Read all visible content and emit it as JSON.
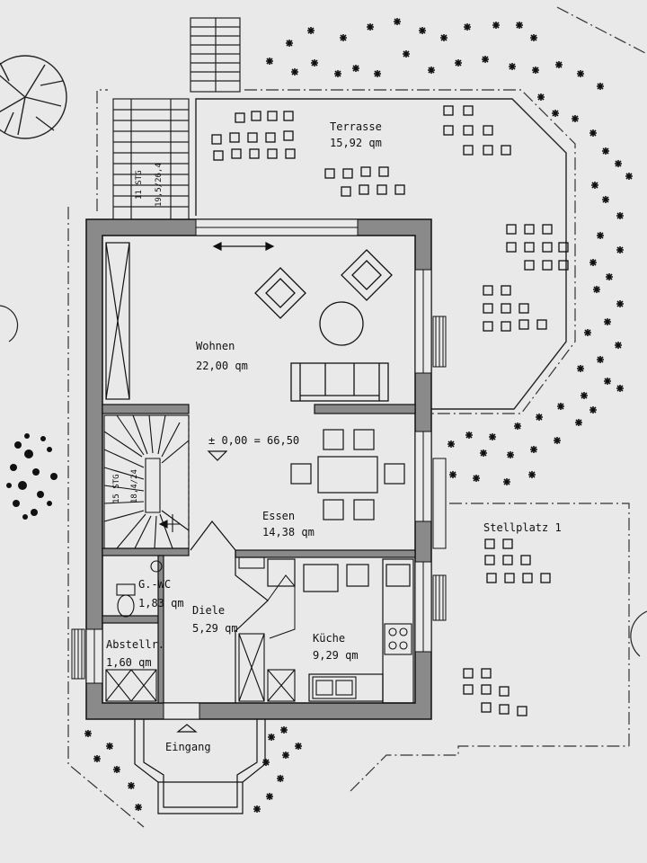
{
  "rooms": {
    "terrasse": {
      "name": "Terrasse",
      "area": "15,92 qm"
    },
    "wohnen": {
      "name": "Wohnen",
      "area": "22,00 qm"
    },
    "essen": {
      "name": "Essen",
      "area": "14,38 qm"
    },
    "gwc": {
      "name": "G.-WC",
      "area": "1,83 qm"
    },
    "diele": {
      "name": "Diele",
      "area": "5,29 qm"
    },
    "abstell": {
      "name": "Abstellr.",
      "area": "1,60 qm"
    },
    "kueche": {
      "name": "Küche",
      "area": "9,29 qm"
    }
  },
  "level": "± 0,00 = 66,50",
  "stellplatz": "Stellplatz 1",
  "eingang": "Eingang",
  "outer_stair": {
    "steps": "11 STG",
    "rise": "19,5/26,4"
  },
  "inner_stair": {
    "steps": "15 STG",
    "rise": "18,4/24"
  }
}
